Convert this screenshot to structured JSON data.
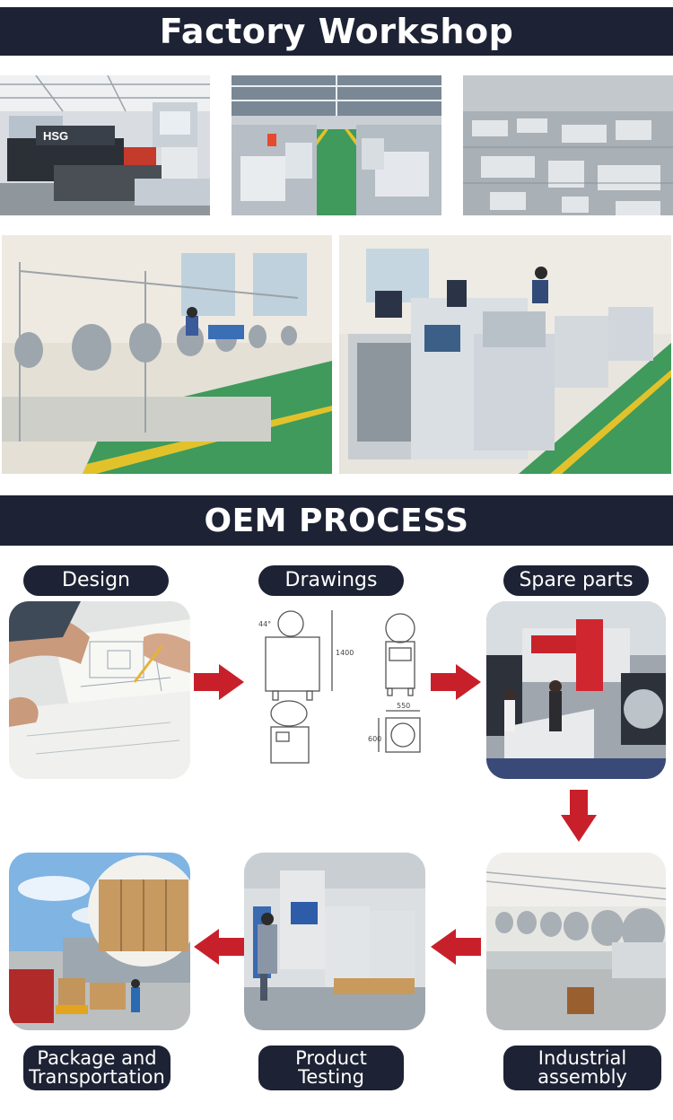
{
  "factory": {
    "title": "Factory Workshop",
    "machine_brand": "HSG"
  },
  "oem": {
    "title": "OEM PROCESS",
    "steps": [
      {
        "label": "Design"
      },
      {
        "label": "Drawings"
      },
      {
        "label": "Spare parts"
      },
      {
        "label_line1": "Industrial",
        "label_line2": "assembly"
      },
      {
        "label_line1": "Product",
        "label_line2": "Testing"
      },
      {
        "label_line1": "Package and",
        "label_line2": "Transportation"
      }
    ],
    "drawing_dims": {
      "angle": "44°",
      "height": "1400",
      "width": "550",
      "depth": "600"
    }
  },
  "colors": {
    "banner": "#1d2234",
    "arrow": "#c8202a",
    "floor_green": "#3f9a5c",
    "floor_yellow": "#e2c22b"
  },
  "icons": [
    "arrow-right-icon",
    "arrow-down-icon",
    "arrow-left-icon"
  ]
}
